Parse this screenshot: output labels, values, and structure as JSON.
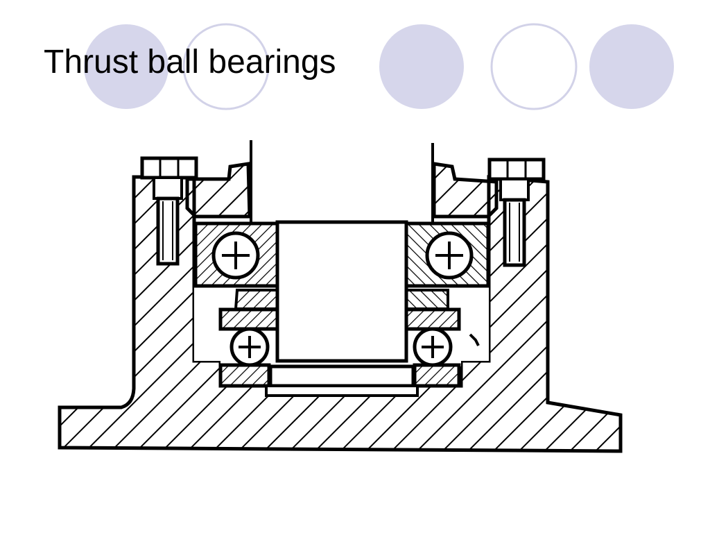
{
  "slide": {
    "title": "Thrust ball bearings"
  },
  "decoration": {
    "circle_fill": "#d6d6eb",
    "circle_outline": "#d2d2e8",
    "circle_pattern": [
      "filled",
      "outline",
      "filled",
      "outline",
      "filled"
    ]
  },
  "figure": {
    "description_icon": "bearing-assembly-cross-section",
    "line_color": "#000000",
    "background": "#ffffff"
  }
}
